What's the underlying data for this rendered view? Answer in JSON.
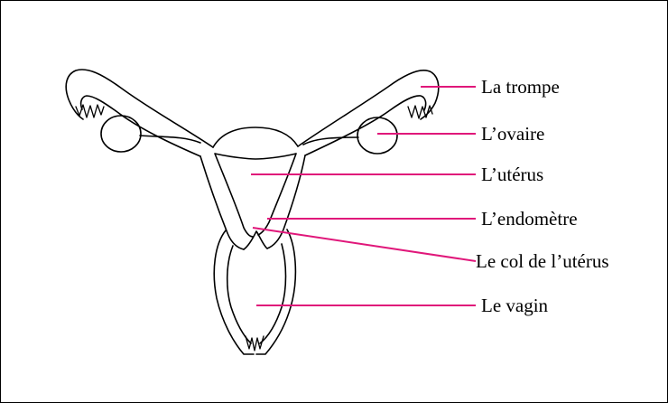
{
  "leader_color": "#e0177a",
  "outline_color": "#000000",
  "labels": {
    "trompe": "La trompe",
    "ovaire": "L’ovaire",
    "uterus": "L’utérus",
    "endometre": "L’endomètre",
    "col": "Le col de l’utérus",
    "vagin": "Le vagin"
  }
}
